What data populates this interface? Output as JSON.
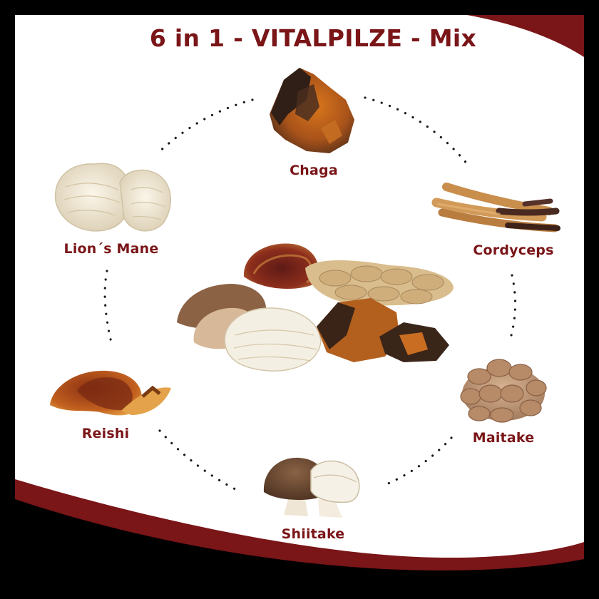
{
  "title": "6 in 1 - VITALPILZE - Mix",
  "colors": {
    "accent": "#7a1518",
    "background": "#ffffff",
    "frame": "#000000",
    "dots": "#1a1a1a"
  },
  "mushrooms": [
    {
      "id": "chaga",
      "label": "Chaga",
      "icon": "chaga-mushroom-icon"
    },
    {
      "id": "cordyceps",
      "label": "Cordyceps",
      "icon": "cordyceps-mushroom-icon"
    },
    {
      "id": "maitake",
      "label": "Maitake",
      "icon": "maitake-mushroom-icon"
    },
    {
      "id": "shiitake",
      "label": "Shiitake",
      "icon": "shiitake-mushroom-icon"
    },
    {
      "id": "reishi",
      "label": "Reishi",
      "icon": "reishi-mushroom-icon"
    },
    {
      "id": "lions-mane",
      "label": "Lion´s Mane",
      "icon": "lions-mane-mushroom-icon"
    }
  ],
  "center": {
    "icon": "mushroom-mix-icon"
  }
}
